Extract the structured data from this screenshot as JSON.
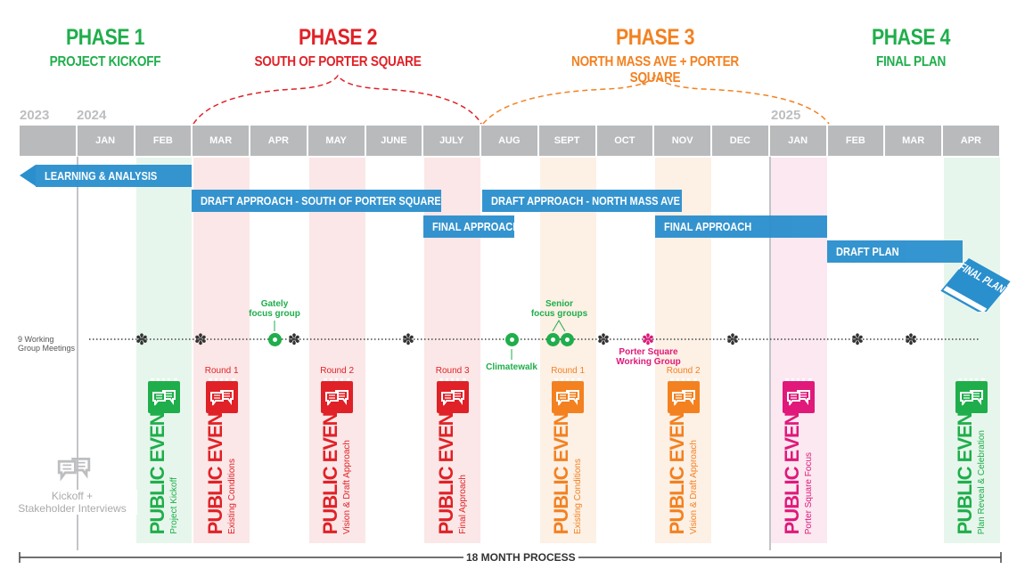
{
  "phases": [
    {
      "title": "PHASE 1",
      "subtitle": "PROJECT KICKOFF",
      "color": "#1fae4b"
    },
    {
      "title": "PHASE 2",
      "subtitle": "SOUTH OF PORTER SQUARE",
      "color": "#e02127"
    },
    {
      "title": "PHASE 3",
      "subtitle": "NORTH MASS AVE + PORTER SQUARE",
      "color": "#f38120"
    },
    {
      "title": "PHASE 4",
      "subtitle": "FINAL PLAN",
      "color": "#1fae4b"
    }
  ],
  "years": [
    "2023",
    "2024",
    "2025"
  ],
  "months": [
    "",
    "JAN",
    "FEB",
    "MAR",
    "APR",
    "MAY",
    "JUNE",
    "JULY",
    "AUG",
    "SEPT",
    "OCT",
    "NOV",
    "DEC",
    "JAN",
    "FEB",
    "MAR",
    "APR"
  ],
  "bars": [
    {
      "label": "LEARNING & ANALYSIS"
    },
    {
      "label": "DRAFT APPROACH - SOUTH OF PORTER SQUARE"
    },
    {
      "label": "FINAL APPROACH"
    },
    {
      "label": "DRAFT APPROACH - NORTH MASS AVE"
    },
    {
      "label": "FINAL APPROACH"
    },
    {
      "label": "DRAFT PLAN"
    }
  ],
  "final_plan_badge": "FINAL PLAN",
  "working_group": {
    "label_line1": "9 Working",
    "label_line2": "Group Meetings"
  },
  "notes": {
    "gately": [
      "Gately",
      "focus group"
    ],
    "senior": [
      "Senior",
      "focus groups"
    ],
    "climatewalk": "Climatewalk",
    "porter_wg": [
      "Porter Square",
      "Working Group"
    ]
  },
  "events": [
    {
      "round": "",
      "title": "PUBLIC EVENT",
      "subtitle": "Project Kickoff",
      "color": "#1fae4b"
    },
    {
      "round": "Round 1",
      "title": "PUBLIC EVENT",
      "subtitle": "Existing Conditions",
      "color": "#e02127"
    },
    {
      "round": "Round 2",
      "title": "PUBLIC EVENT",
      "subtitle": "Vision & Draft Approach",
      "color": "#e02127"
    },
    {
      "round": "Round 3",
      "title": "PUBLIC EVENT",
      "subtitle": "Final Approach",
      "color": "#e02127"
    },
    {
      "round": "Round 1",
      "title": "PUBLIC EVENT",
      "subtitle": "Existing Conditions",
      "color": "#f38120"
    },
    {
      "round": "Round 2",
      "title": "PUBLIC EVENT",
      "subtitle": "Vision & Draft Approach",
      "color": "#f38120"
    },
    {
      "round": "",
      "title": "PUBLIC EVENT",
      "subtitle": "Porter Square Focus",
      "color": "#e0197a"
    },
    {
      "round": "",
      "title": "PUBLIC EVENT",
      "subtitle": "Plan Reveal & Celebration",
      "color": "#1fae4b"
    }
  ],
  "kickoff": {
    "line1": "Kickoff +",
    "line2": "Stakeholder Interviews"
  },
  "process_label": "18 MONTH PROCESS"
}
